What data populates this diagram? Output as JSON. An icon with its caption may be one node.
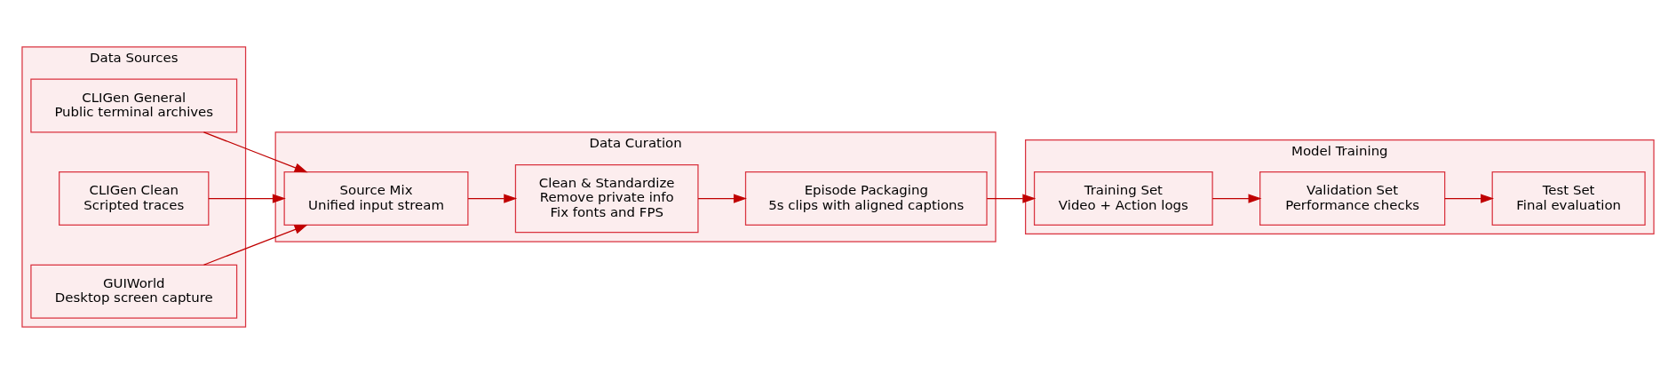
{
  "diagram": {
    "nodes": [
      {
        "text": [
          "Data Sources"
        ]
      },
      {
        "text": [
          "CLIGen General",
          "Public terminal archives"
        ],
        "in": 0
      },
      {
        "text": [
          "CLIGen Clean",
          "Scripted traces"
        ],
        "in": 0
      },
      {
        "text": [
          "GUIWorld",
          "Desktop screen capture"
        ],
        "in": 0
      },
      {
        "text": [
          "Data Curation"
        ]
      },
      {
        "text": [
          "Source Mix",
          "Unified input stream"
        ],
        "in": 4
      },
      {
        "text": [
          "Clean & Standardize",
          "Remove private info",
          "Fix fonts and FPS"
        ],
        "in": 4
      },
      {
        "text": [
          "Episode Packaging",
          "5s clips with aligned captions"
        ],
        "in": 4
      },
      {
        "text": [
          "Model Training"
        ]
      },
      {
        "text": [
          "Training Set",
          "Video + Action logs"
        ],
        "in": 8
      },
      {
        "text": [
          "Validation Set",
          "Performance checks"
        ],
        "in": 8
      },
      {
        "text": [
          "Test Set",
          "Final evaluation"
        ],
        "in": 8
      }
    ],
    "edges": [
      {
        "from": 1,
        "to": 5,
        "arrow": "to"
      },
      {
        "from": 2,
        "to": 5,
        "arrow": "to"
      },
      {
        "from": 3,
        "to": 5,
        "arrow": "to"
      },
      {
        "from": 5,
        "to": 6,
        "arrow": "to"
      },
      {
        "from": 6,
        "to": 7,
        "arrow": "to"
      },
      {
        "from": 7,
        "to": 9,
        "arrow": "to"
      },
      {
        "from": 9,
        "to": 10,
        "arrow": "to"
      },
      {
        "from": 10,
        "to": 11,
        "arrow": "to"
      }
    ]
  }
}
